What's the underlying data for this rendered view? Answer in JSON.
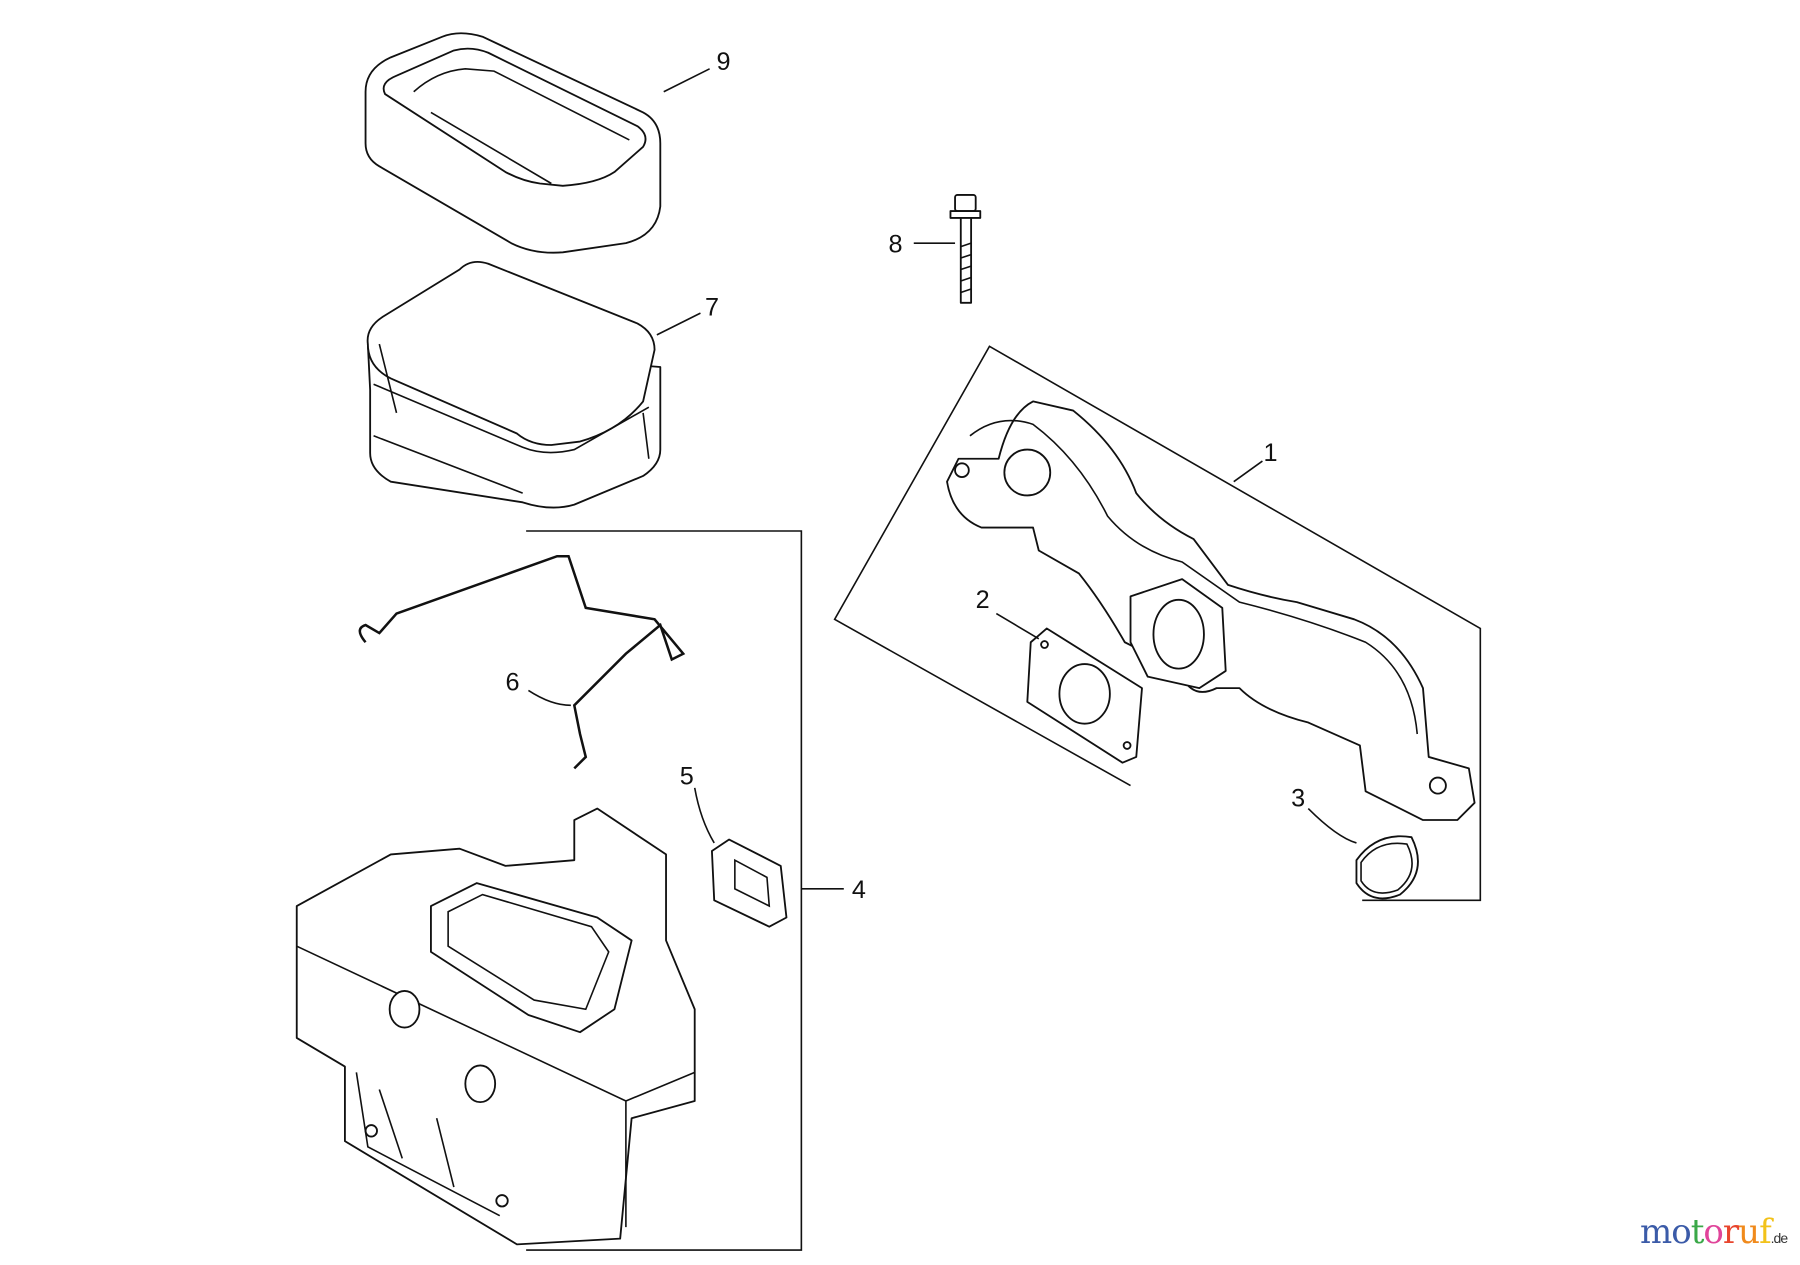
{
  "callouts": {
    "c1": "1",
    "c2": "2",
    "c3": "3",
    "c4": "4",
    "c5": "5",
    "c6": "6",
    "c7": "7",
    "c8": "8",
    "c9": "9"
  },
  "parts": {
    "p1": "intake-manifold",
    "p2": "gasket",
    "p3": "o-ring",
    "p4": "air-cleaner-base",
    "p5": "gasket",
    "p6": "retaining-wire",
    "p7": "air-filter-element",
    "p8": "bolt",
    "p9": "pre-cleaner"
  },
  "watermark": {
    "letters": [
      "m",
      "o",
      "t",
      "o",
      "r",
      "u",
      "f"
    ],
    "suffix": ".de",
    "colors": [
      "#3b5ba8",
      "#3b5ba8",
      "#3aa848",
      "#e0449a",
      "#e8452e",
      "#f08a1c",
      "#f2c21a"
    ]
  }
}
